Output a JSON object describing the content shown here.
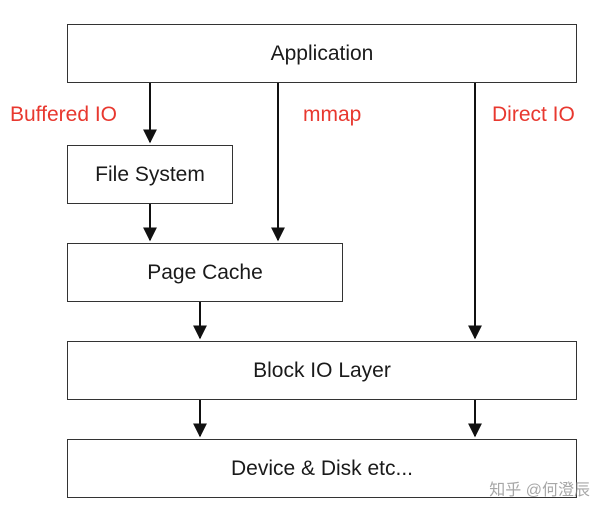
{
  "boxes": {
    "application": "Application",
    "file_system": "File System",
    "page_cache": "Page Cache",
    "block_io_layer": "Block IO Layer",
    "device_disk": "Device & Disk etc..."
  },
  "paths": {
    "buffered_io": "Buffered IO",
    "mmap": "mmap",
    "direct_io": "Direct IO"
  },
  "colors": {
    "path_label": "#e8382f",
    "box_border": "#333333",
    "arrow": "#111111"
  },
  "watermark": "知乎 @何澄辰"
}
